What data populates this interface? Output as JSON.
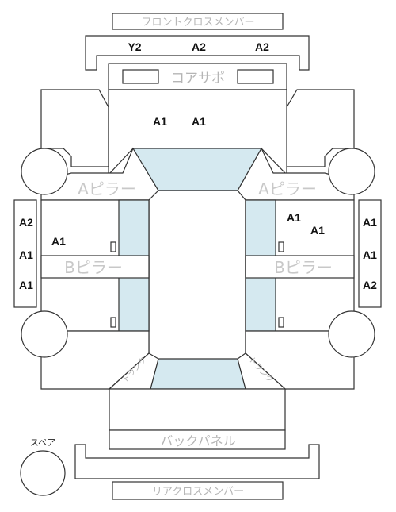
{
  "labels": {
    "front_cross_member": "フロントクロスメンバー",
    "core_support": "コアサポ",
    "a_pillar_left": "Aピラー",
    "a_pillar_right": "Aピラー",
    "b_pillar_left": "Bピラー",
    "b_pillar_right": "Bピラー",
    "trunk_left": "トランク",
    "trunk_right": "トランク",
    "back_panel": "バックパネル",
    "rear_cross_member": "リアクロスメンバー",
    "spare": "スペア"
  },
  "grades": {
    "front_cross_left": "Y2",
    "front_cross_center": "A2",
    "front_cross_right": "A2",
    "hood_left": "A1",
    "hood_right": "A1",
    "left_strip_1": "A2",
    "left_strip_2": "A1",
    "left_strip_3": "A1",
    "left_front_door": "A1",
    "right_front_door_1": "A1",
    "right_front_door_2": "A1",
    "right_strip_1": "A1",
    "right_strip_2": "A1",
    "right_strip_3": "A2"
  },
  "colors": {
    "glass": "#d5e9f0",
    "outline": "#333333",
    "label_gray": "#b5b5b5"
  }
}
